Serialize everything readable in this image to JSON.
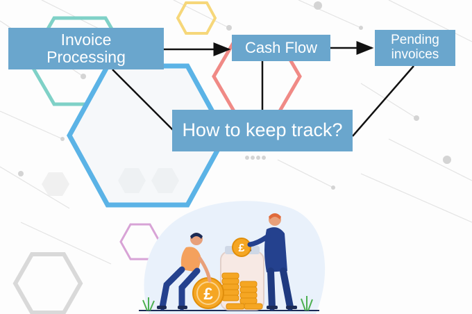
{
  "diagram": {
    "nodes": [
      {
        "id": "invoice",
        "label": "Invoice\nProcessing"
      },
      {
        "id": "cash",
        "label": "Cash Flow"
      },
      {
        "id": "pending",
        "label": "Pending\ninvoices"
      },
      {
        "id": "track",
        "label": "How to keep track?"
      }
    ],
    "edges": [
      {
        "from": "invoice",
        "to": "cash",
        "arrow": true
      },
      {
        "from": "cash",
        "to": "pending",
        "arrow": true
      },
      {
        "from": "invoice",
        "to": "track",
        "arrow": false
      },
      {
        "from": "cash",
        "to": "track",
        "arrow": false
      },
      {
        "from": "pending",
        "to": "track",
        "arrow": false
      }
    ]
  },
  "illustration": {
    "coin_symbol": "£"
  },
  "colors": {
    "node_fill": "#6aa6cd",
    "node_text": "#ffffff",
    "connector": "#111111",
    "hex_teal": "#7fd1c7",
    "hex_blue": "#5bb3e6",
    "hex_red": "#f08a86",
    "hex_yellow": "#f6d77a",
    "hex_purple": "#d8a3d6",
    "coin": "#f5a623"
  }
}
